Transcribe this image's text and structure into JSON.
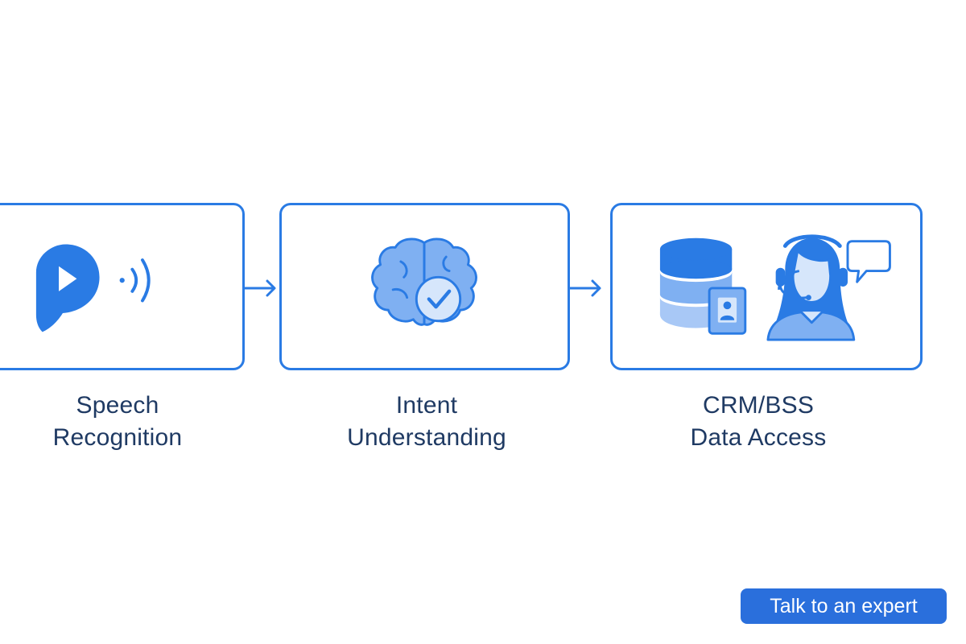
{
  "colors": {
    "accent": "#2a7be4",
    "accent_light": "#7fb0f2",
    "accent_pale": "#d6e6fb",
    "label_text": "#1f3a63",
    "cta_background": "#2a6fdc"
  },
  "steps": [
    {
      "icon": "voice-play-icon",
      "label_lines": [
        "Speech",
        "Recognition"
      ]
    },
    {
      "icon": "brain-check-icon",
      "label_lines": [
        "Intent",
        "Understanding"
      ]
    },
    {
      "icon": "database-agent-icon",
      "label_lines": [
        "CRM/BSS",
        "Data Access"
      ]
    }
  ],
  "cta": {
    "label": "Talk to an expert"
  }
}
